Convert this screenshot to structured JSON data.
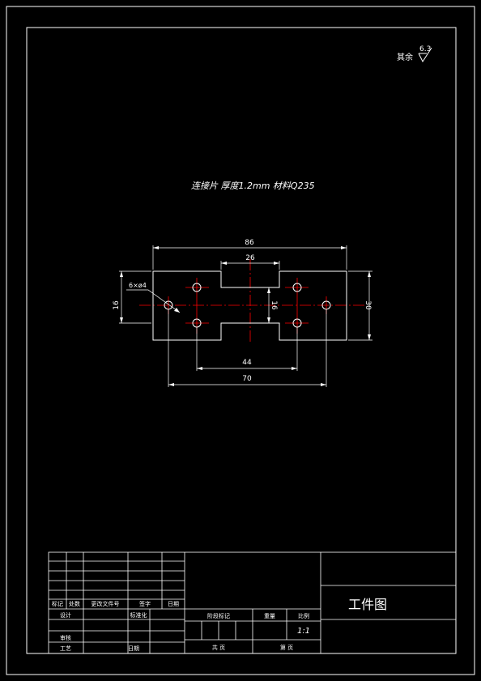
{
  "drawing": {
    "roughness_other_label": "其余",
    "roughness_value": "6.3",
    "part_note": "连接片  厚度1.2mm  材料Q235",
    "dimensions": {
      "overall_length": "86",
      "notch_width": "26",
      "hole_callout": "6×ø4",
      "left_height": "16",
      "center_height": "16",
      "overall_height": "30",
      "hole_spacing_inner": "44",
      "hole_spacing_outer": "70"
    }
  },
  "title_block": {
    "rev_labels": [
      "标记",
      "处数",
      "更改文件号",
      "签字",
      "日期"
    ],
    "design_label": "设计",
    "standardization_label": "标准化",
    "review_label": "审核",
    "process_label": "工艺",
    "date_label": "日期",
    "stage_mark_label": "阶段标记",
    "weight_label": "重量",
    "scale_label": "比例",
    "scale_value": "1:1",
    "sheets_total_label": "共    页",
    "sheet_number_label": "第    页",
    "drawing_title": "工件图"
  },
  "colors": {
    "background": "#000000",
    "lines": "#ffffff",
    "centerlines": "#ff0000"
  }
}
